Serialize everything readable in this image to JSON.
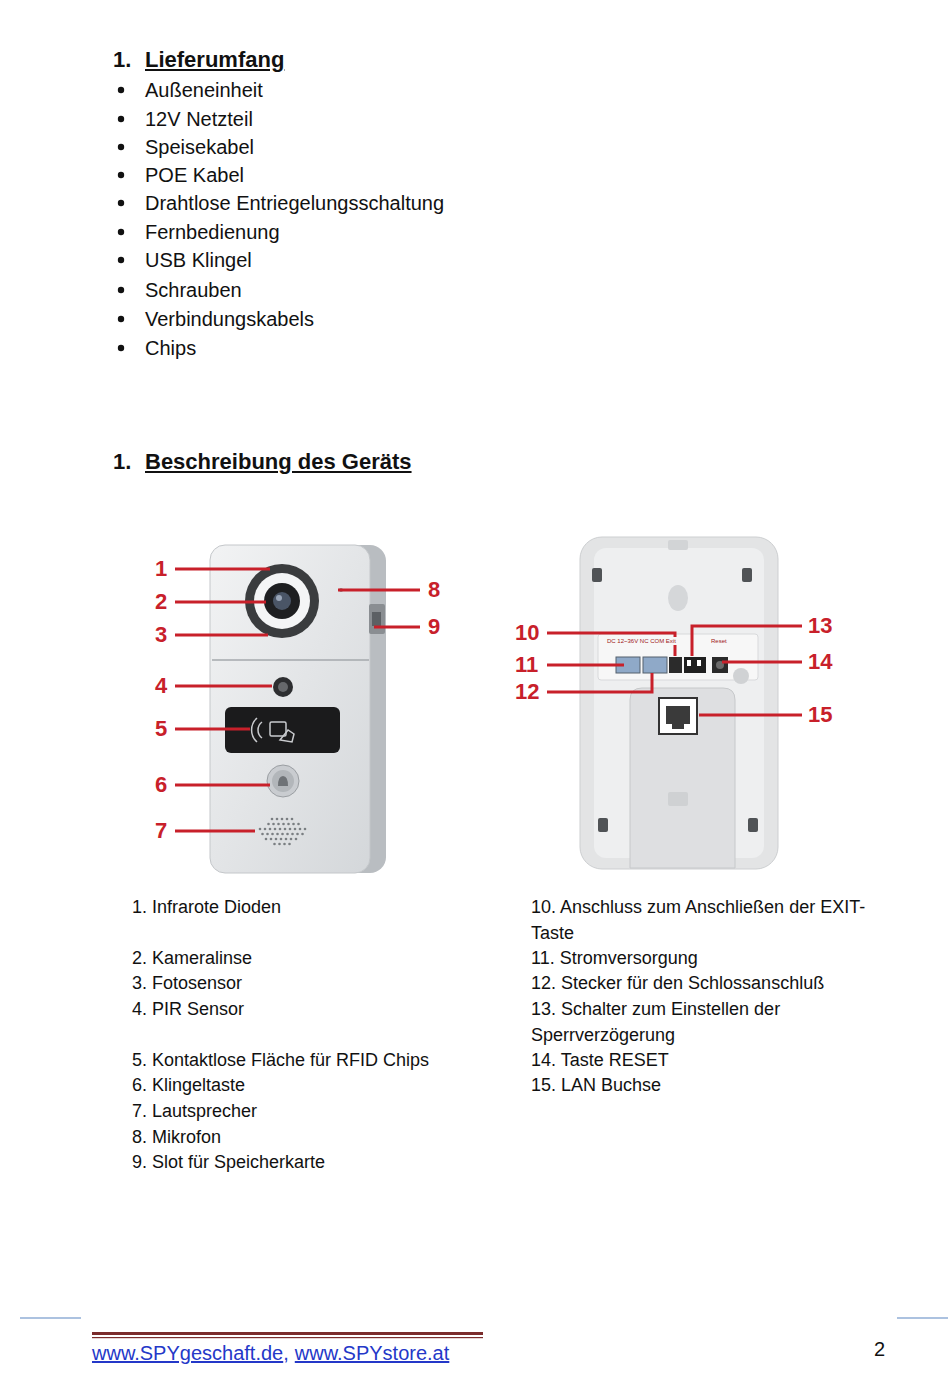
{
  "diagram": {
    "labels": [
      "1.",
      "Lieferumfang",
      "Außeneinheit",
      "12V Netzteil",
      "Speisekabel",
      "POE Kabel",
      "Drahtlose Entriegelungsschaltung",
      "Fernbedienung",
      "USB Klingel",
      "Schrauben",
      "Verbindungskabels",
      "Chips",
      "1.",
      "Beschreibung des Geräts",
      "1",
      "2",
      "3",
      "4",
      "5",
      "6",
      "7",
      "8",
      "9",
      "10",
      "11",
      "12",
      "13",
      "14",
      "15",
      "DC 12~36V NC COM Exit",
      "Reset",
      "1. Infrarote Dioden",
      "2. Kameralinse",
      "3. Fotosensor",
      "4. PIR Sensor",
      "5. Kontaktlose Fläche für RFID Chips",
      "6. Klingeltaste",
      "7. Lautsprecher",
      "8. Mikrofon",
      "9. Slot für Speicherkarte",
      "10. Anschluss zum Anschließen der EXIT-Taste",
      "11. Stromversorgung",
      "12. Stecker für den Schlossanschluß",
      "13. Schalter zum Einstellen der Sperrverzögerung",
      "14. Taste RESET",
      "15. LAN Buchse",
      "www.SPYgeschaft.de",
      ",",
      "www.SPYstore.at",
      "2"
    ]
  }
}
